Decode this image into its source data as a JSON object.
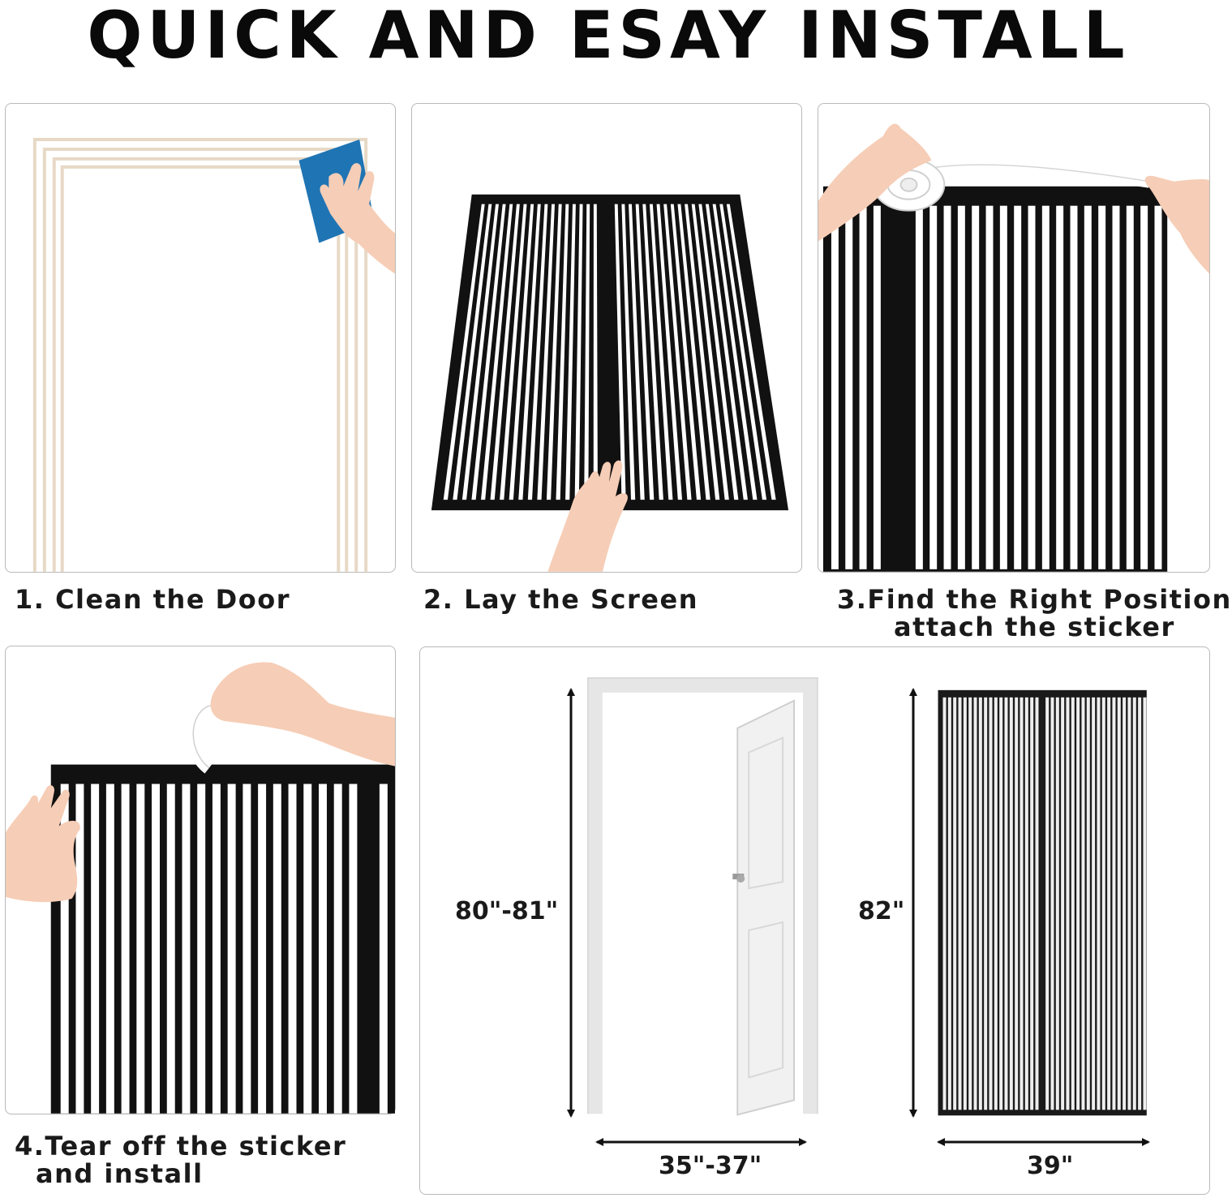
{
  "title": "QUICK AND ESAY INSTALL",
  "steps": [
    {
      "lines": [
        "1. Clean the Door"
      ]
    },
    {
      "lines": [
        "2. Lay the Screen"
      ]
    },
    {
      "lines": [
        "3.Find the Right Position",
        "attach the sticker"
      ]
    },
    {
      "lines": [
        "4.Tear off the sticker",
        "and install"
      ]
    }
  ],
  "dimensions": {
    "door_height": "80\"-81\"",
    "door_width": "35\"-37\"",
    "screen_height": "82\"",
    "screen_width": "39\""
  },
  "colors": {
    "frame": "#e7d9c6",
    "cloth": "#1f74b3",
    "skin": "#f6cdb6",
    "screen": "#111111"
  }
}
